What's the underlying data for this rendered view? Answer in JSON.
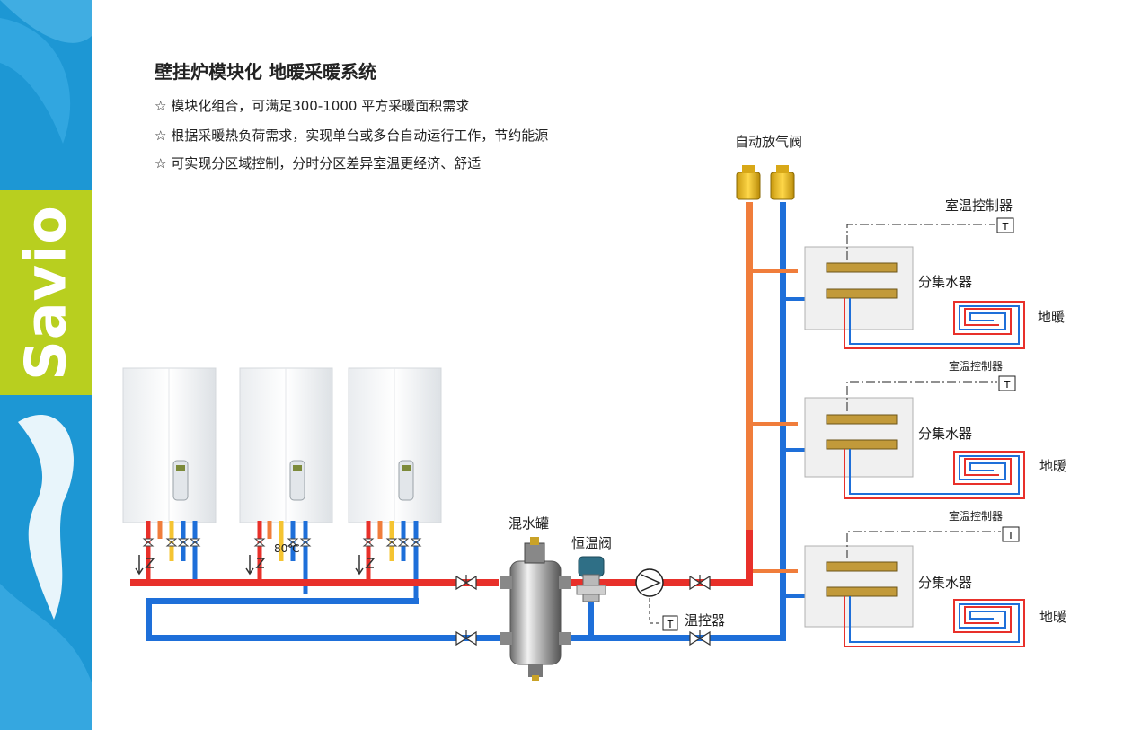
{
  "brand": {
    "name": "Savio"
  },
  "header": {
    "title": "壁挂炉模块化  地暖采暖系统",
    "bullets": [
      "☆ 模块化组合，可满足300-1000 平方采暖面积需求",
      "☆ 根据采暖热负荷需求，实现单台或多台自动运行工作，节约能源",
      "☆ 可实现分区域控制，分时分区差异室温更经济、舒适"
    ]
  },
  "labels": {
    "air_vent": "自动放气阀",
    "mixing_tank": "混水罐",
    "thermostatic_valve": "恒温阀",
    "thermo_controller": "温控器",
    "boiler_temp": "80℃",
    "zones": [
      {
        "room_controller": "室温控制器",
        "manifold": "分集水器",
        "floor_heating": "地暖"
      },
      {
        "room_controller": "室温控制器",
        "manifold": "分集水器",
        "floor_heating": "地暖"
      },
      {
        "room_controller": "室温控制器",
        "manifold": "分集水器",
        "floor_heating": "地暖"
      }
    ]
  },
  "colors": {
    "hot_pipe": "#e8302a",
    "cold_pipe": "#1e6fd9",
    "riser_hot": "#f07d3b",
    "sidebar": "#1d97d4",
    "brand_band": "#b8cf1f"
  }
}
